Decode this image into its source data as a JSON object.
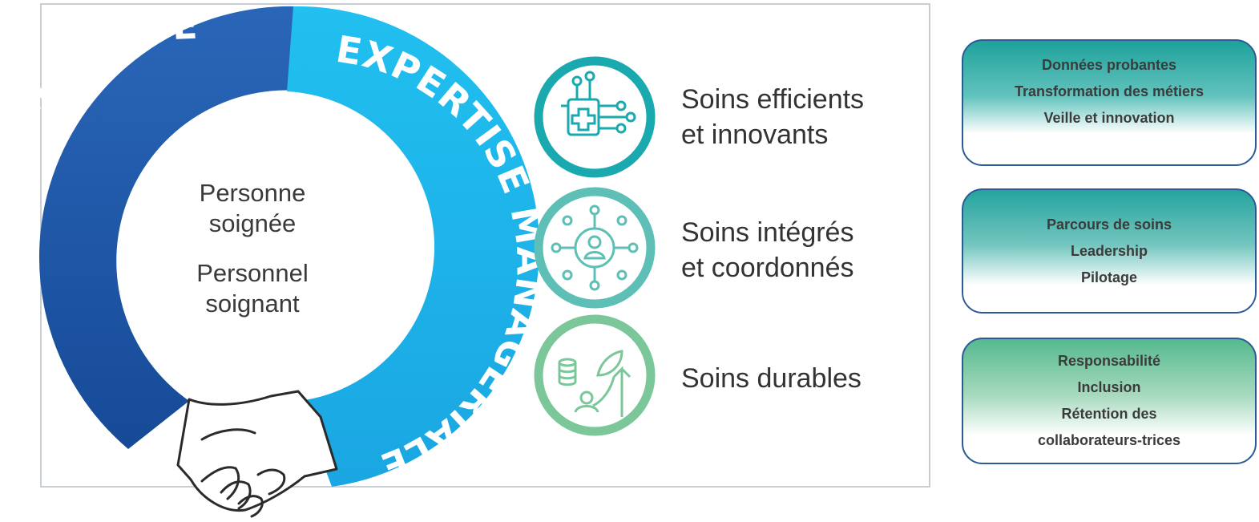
{
  "diagram": {
    "ring": {
      "left_label": "EXPERTISE CLINIQUE",
      "right_label": "EXPERTISE MANAGÉRIALE",
      "left_color": "#1d4f9e",
      "right_color": "#1fb4ea"
    },
    "center": {
      "line1a": "Personne",
      "line1b": "soignée",
      "line2a": "Personnel",
      "line2b": "soignant"
    },
    "pillars": [
      {
        "line1": "Soins efficients",
        "line2": "et innovants",
        "icon": "healthcare-technology-icon",
        "color": "#1aa9ae"
      },
      {
        "line1": "Soins intégrés",
        "line2": "et coordonnés",
        "icon": "network-person-icon",
        "color": "#5dbfb5"
      },
      {
        "line1": "Soins durables",
        "line2": "",
        "icon": "sustainability-growth-icon",
        "color": "#7cc79a"
      }
    ]
  },
  "cards": [
    {
      "lines": [
        "Données probantes",
        "Transformation des métiers",
        "Veille et innovation"
      ]
    },
    {
      "lines": [
        "Parcours de soins",
        "Leadership",
        "Pilotage"
      ]
    },
    {
      "lines": [
        "Responsabilité",
        "Inclusion",
        "Rétention des",
        "collaborateurs-trices"
      ]
    }
  ]
}
